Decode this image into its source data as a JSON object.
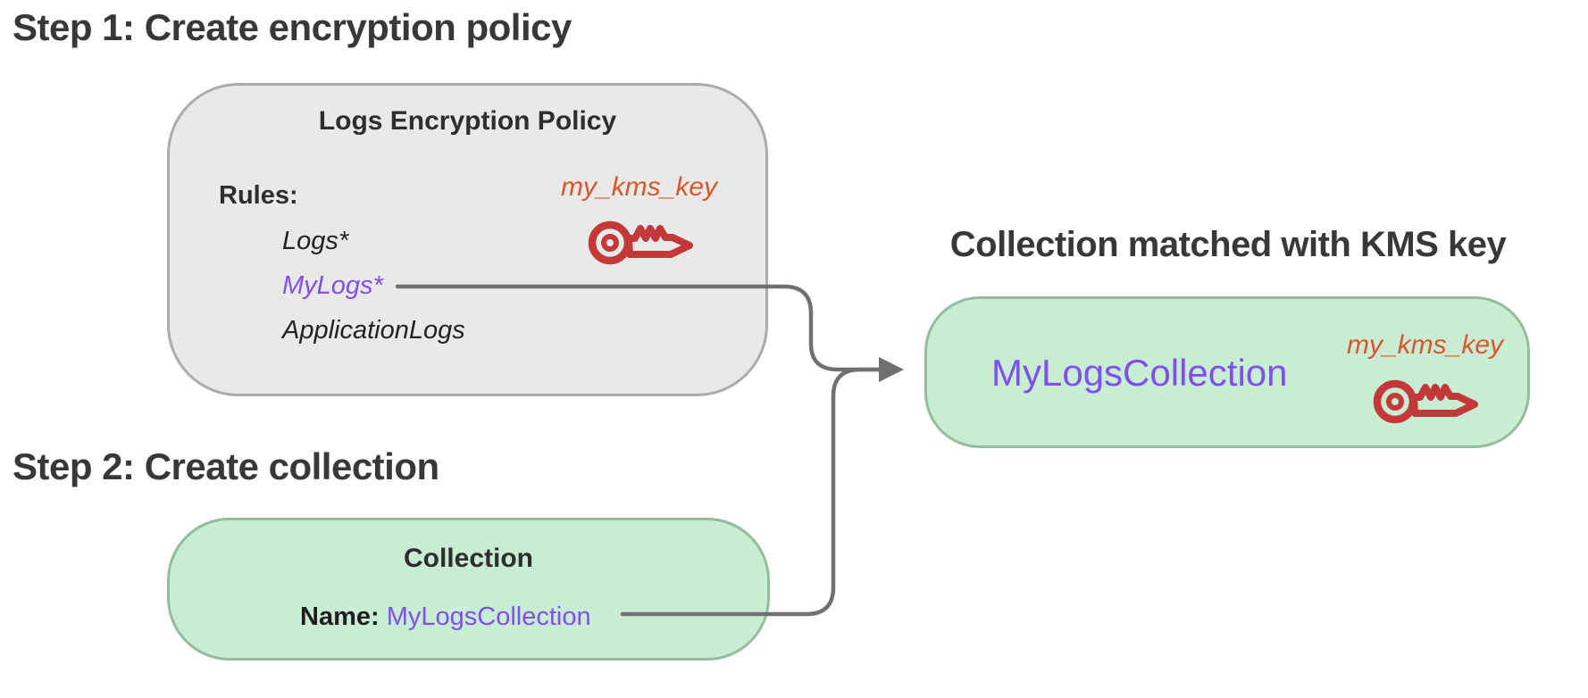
{
  "headings": {
    "step1": "Step 1: Create encryption policy",
    "step2": "Step 2: Create collection",
    "matched": "Collection matched with KMS key"
  },
  "policy_box": {
    "title": "Logs Encryption Policy",
    "rules_label": "Rules:",
    "rules": [
      "Logs*",
      "MyLogs*",
      "ApplicationLogs"
    ],
    "matched_rule": "MyLogs*",
    "kms_key_label": "my_kms_key"
  },
  "collection_box": {
    "title": "Collection",
    "name_label": "Name:",
    "name_value": "MyLogsCollection"
  },
  "matched_box": {
    "collection_name": "MyLogsCollection",
    "kms_key_label": "my_kms_key"
  },
  "icons": {
    "kms_key": "key-icon"
  },
  "colors": {
    "purple": "#7F4FF3",
    "orange": "#D8562E",
    "key-red": "#C4383A",
    "green-fill": "#C8EDD3",
    "green-border": "#93BD9D",
    "gray-fill": "#E9E9E8",
    "gray-border": "#ABABAB",
    "heading": "#383838",
    "line": "#707070"
  }
}
